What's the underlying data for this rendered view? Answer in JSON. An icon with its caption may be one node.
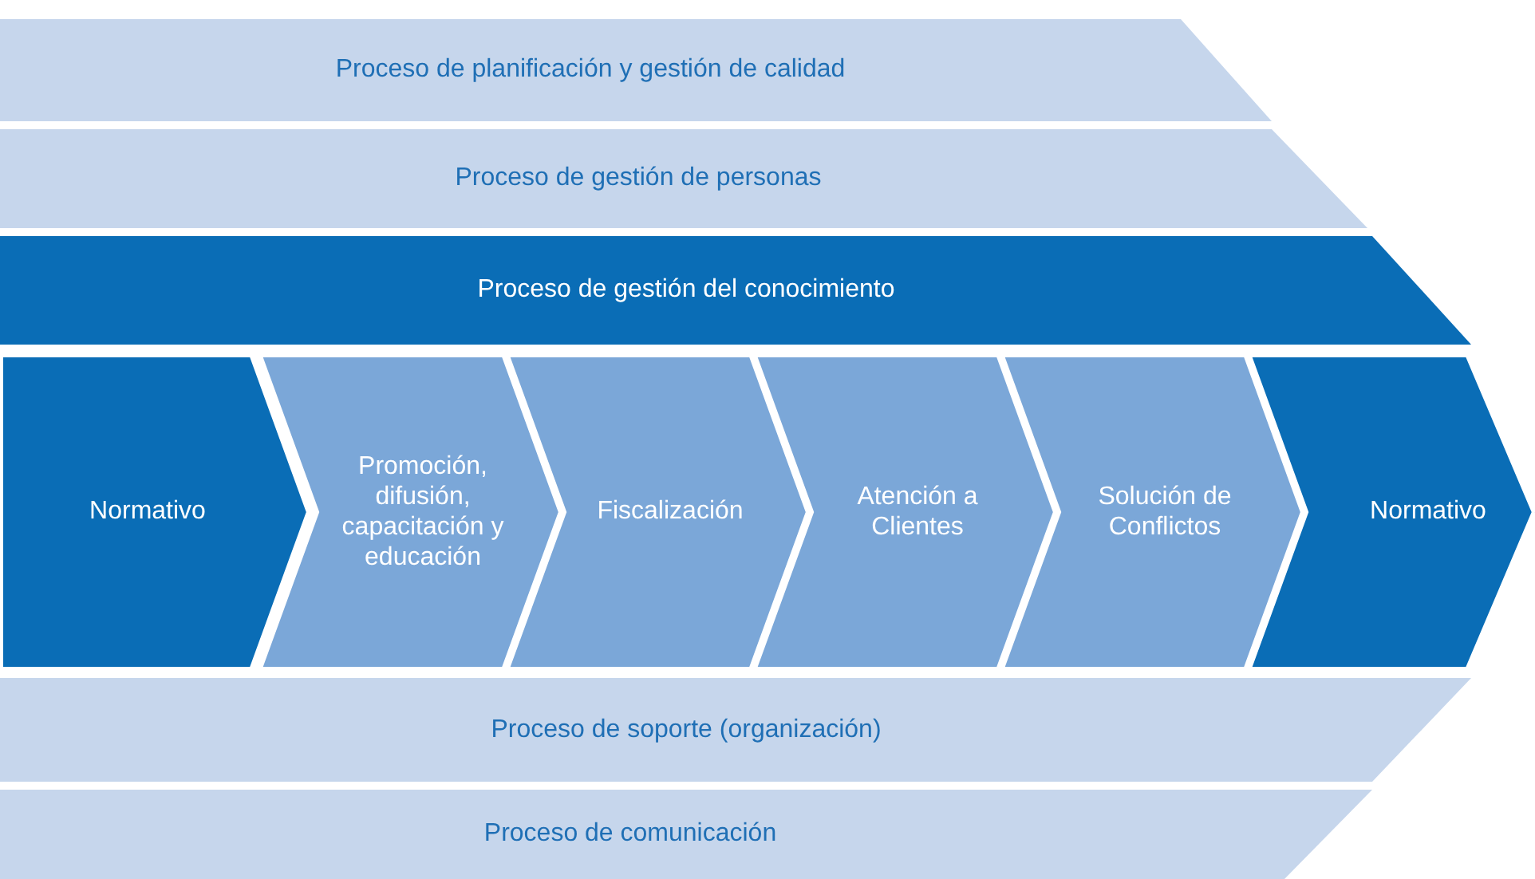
{
  "diagram": {
    "nodes": [
      {
        "text": [
          "Proceso de planificación y gestión de calidad"
        ]
      },
      {
        "text": [
          "Proceso de gestión de personas"
        ]
      },
      {
        "text": [
          "Proceso de gestión del conocimiento"
        ]
      },
      {
        "text": [
          "Normativo"
        ]
      },
      {
        "text": [
          "Promoción, difusión, capacitación y educación"
        ]
      },
      {
        "text": [
          "Fiscalización"
        ]
      },
      {
        "text": [
          "Atención a Clientes"
        ]
      },
      {
        "text": [
          "Solución de Conflictos"
        ]
      },
      {
        "text": [
          "Normativo"
        ]
      },
      {
        "text": [
          "Proceso de soporte (organización)"
        ]
      },
      {
        "text": [
          "Proceso de comunicación"
        ]
      }
    ],
    "edges": []
  }
}
